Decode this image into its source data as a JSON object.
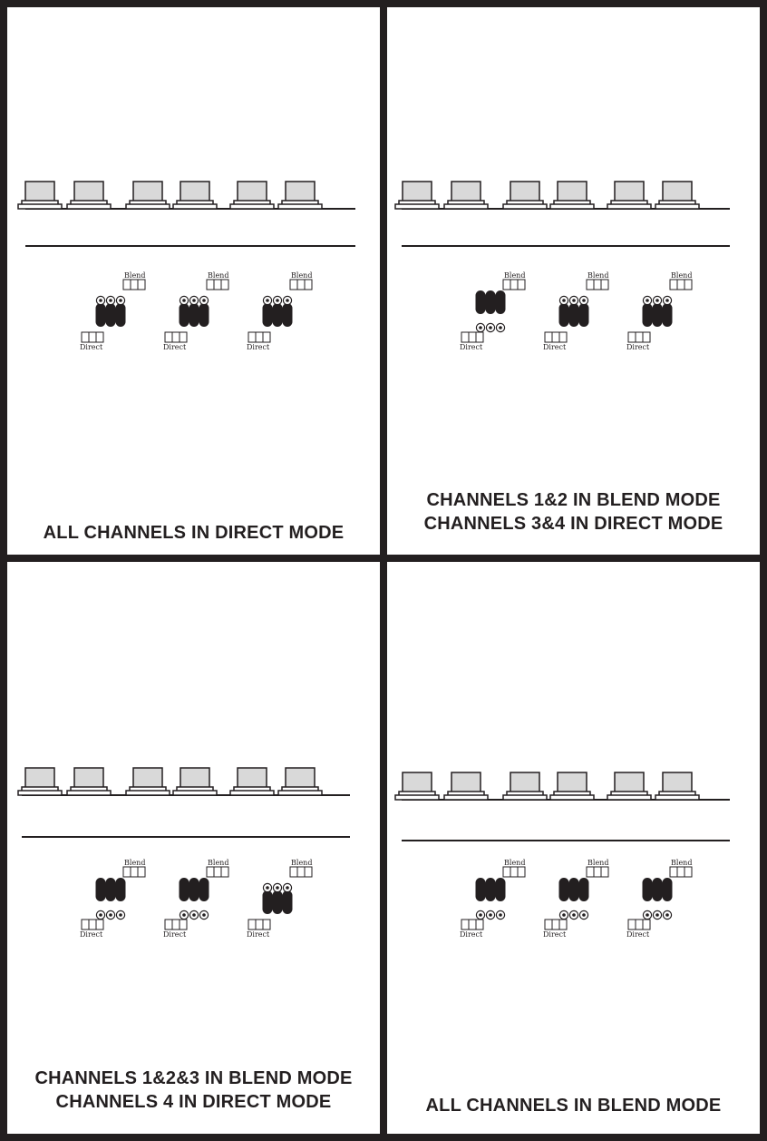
{
  "colors": {
    "frame": "#231f20",
    "knob": "#d9d9d9",
    "jumper": "#231f20"
  },
  "labels": {
    "blend": "Blend",
    "direct": "Direct"
  },
  "panels": [
    {
      "caption": [
        "ALL CHANNELS IN DIRECT MODE"
      ],
      "jumpers": [
        "direct",
        "direct",
        "direct"
      ]
    },
    {
      "caption": [
        "CHANNELS 1&2 IN BLEND MODE",
        "CHANNELS 3&4 IN DIRECT MODE"
      ],
      "jumpers": [
        "blend",
        "direct",
        "direct"
      ]
    },
    {
      "caption": [
        "CHANNELS 1&2&3 IN BLEND MODE",
        "CHANNELS 4 IN DIRECT MODE"
      ],
      "jumpers": [
        "blend",
        "blend",
        "direct"
      ]
    },
    {
      "caption": [
        "ALL CHANNELS IN BLEND MODE"
      ],
      "jumpers": [
        "blend",
        "blend",
        "blend"
      ]
    }
  ]
}
